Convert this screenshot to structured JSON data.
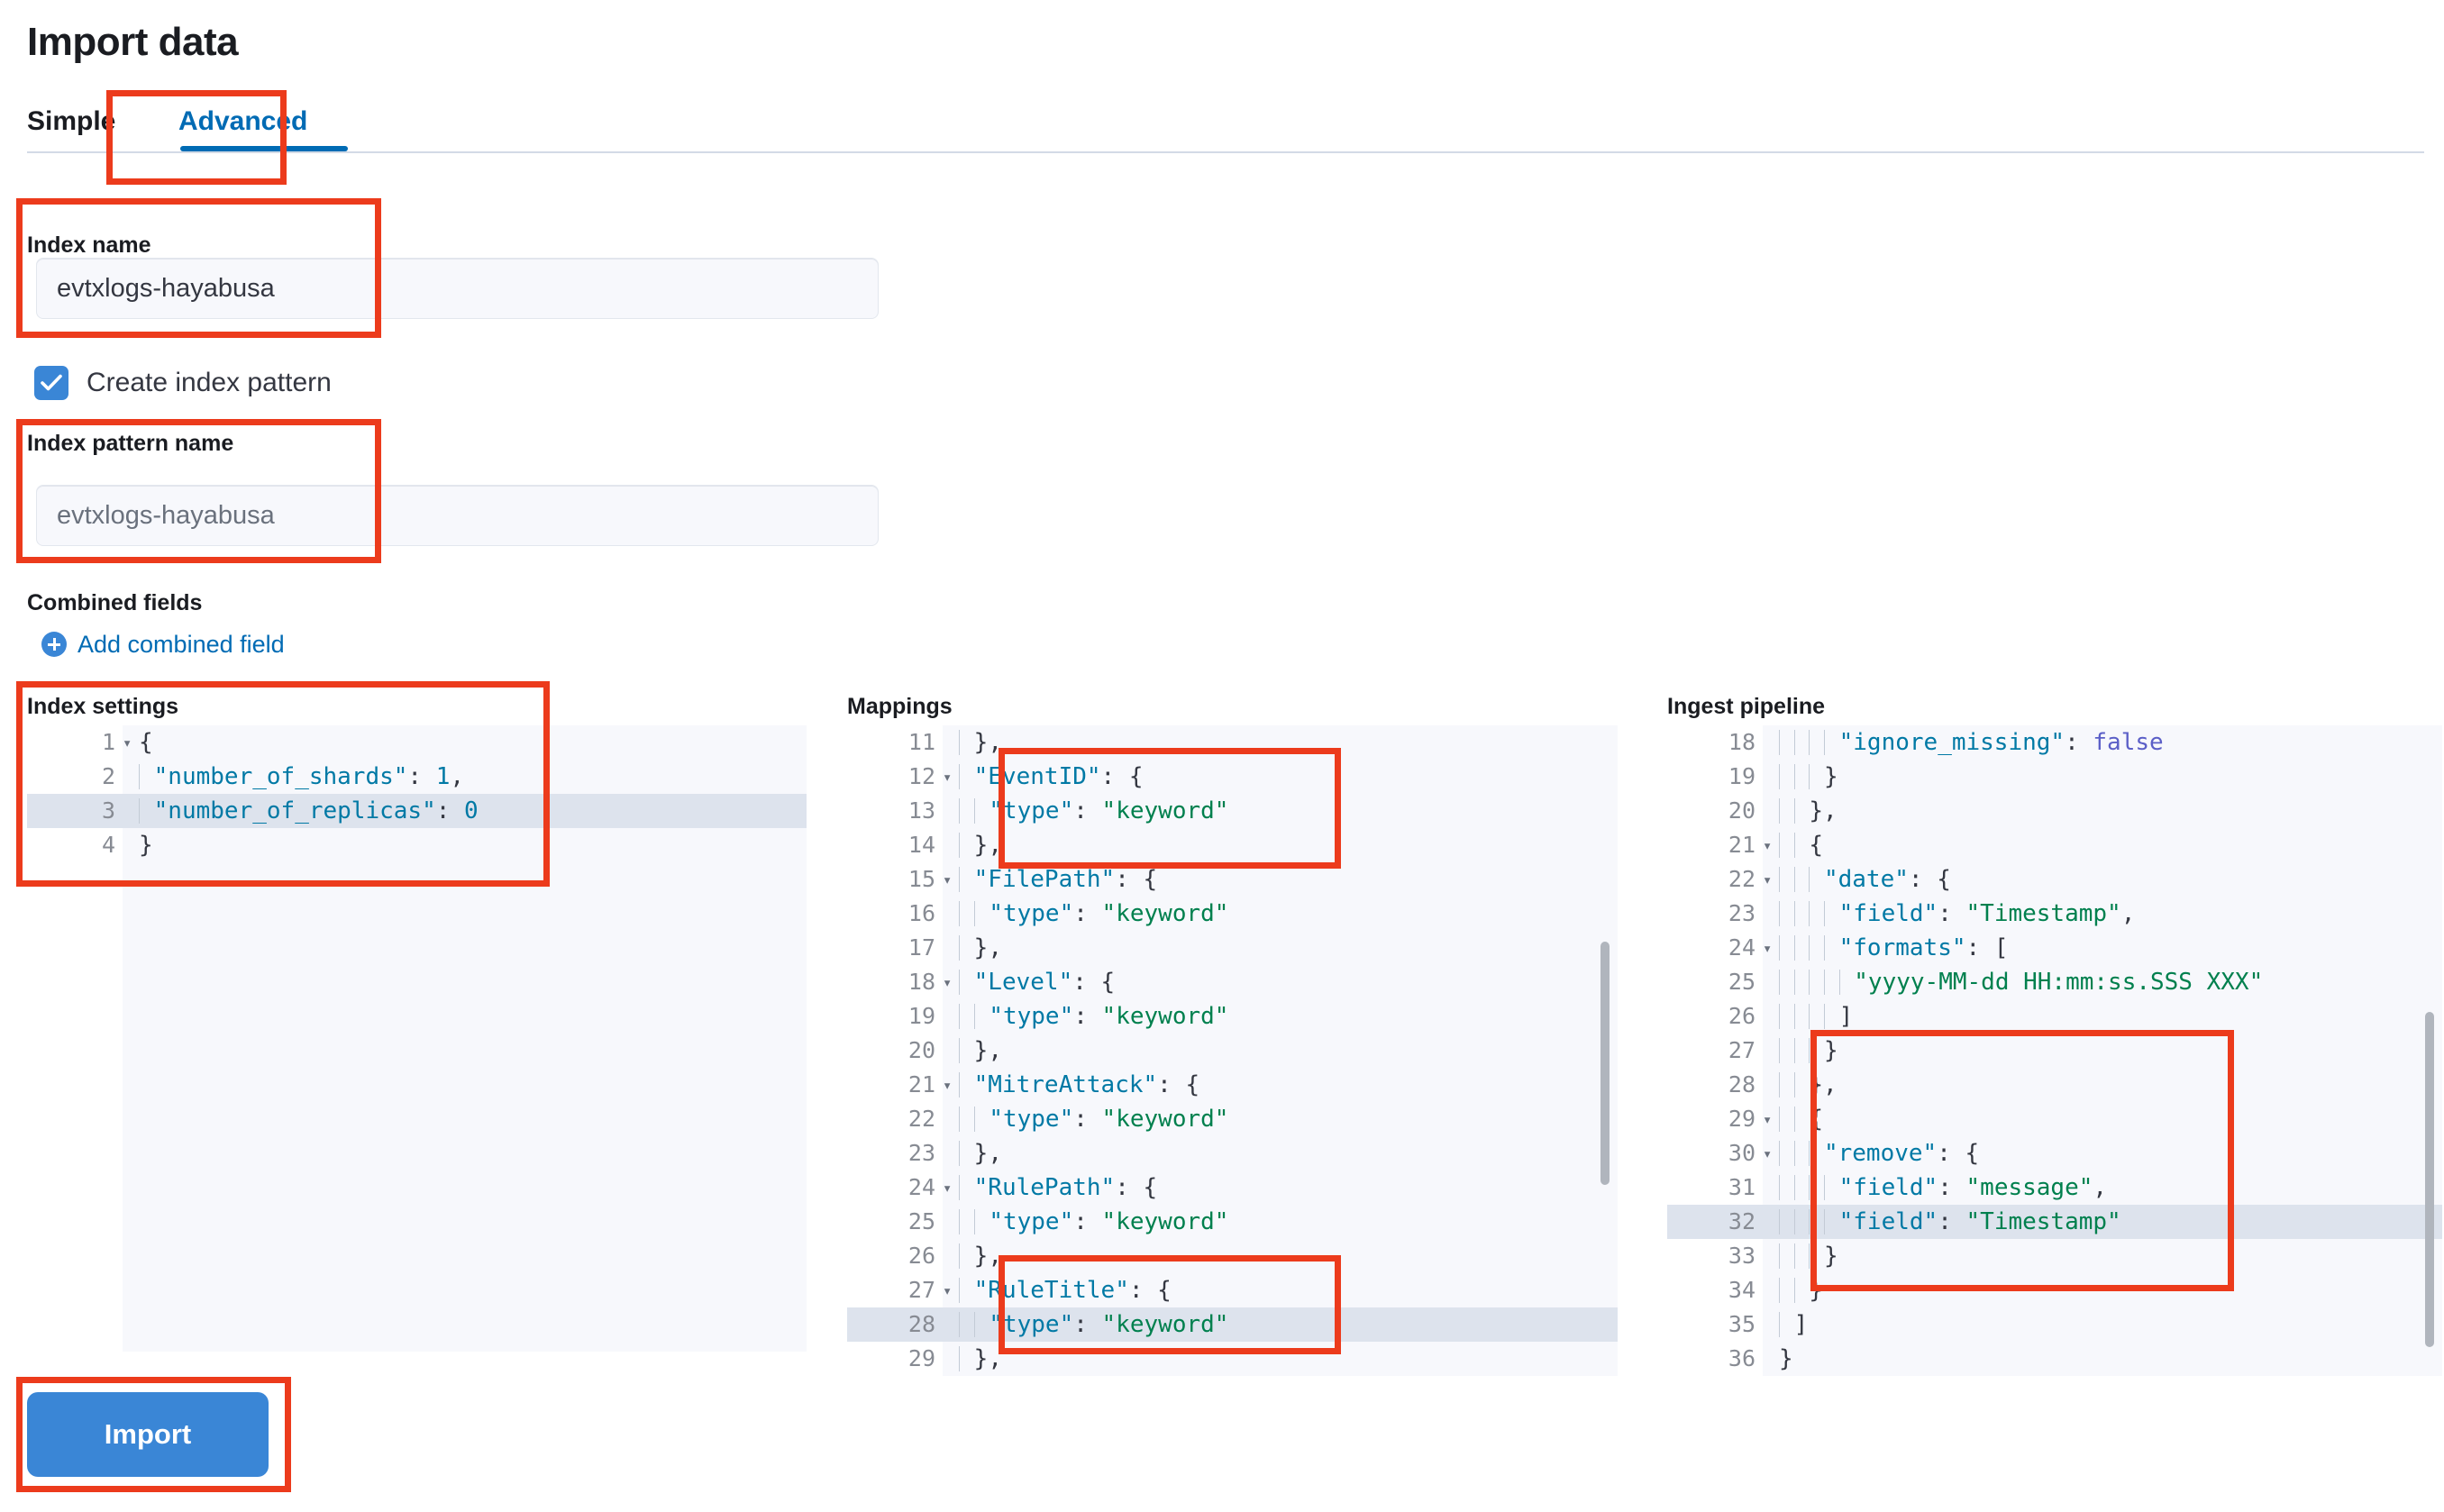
{
  "page": {
    "title": "Import data"
  },
  "tabs": [
    {
      "label": "Simple",
      "active": false
    },
    {
      "label": "Advanced",
      "active": true
    }
  ],
  "form": {
    "index_name": {
      "label": "Index name",
      "value": "evtxlogs-hayabusa"
    },
    "create_index_pattern": {
      "label": "Create index pattern",
      "checked": true
    },
    "index_pattern_name": {
      "label": "Index pattern name",
      "placeholder": "evtxlogs-hayabusa"
    },
    "combined_fields": {
      "label": "Combined fields",
      "add_label": "Add combined field"
    },
    "import_button": "Import"
  },
  "editors": {
    "index_settings": {
      "label": "Index settings",
      "first_line": 1,
      "active_line": 3,
      "lines": [
        {
          "n": 1,
          "fold": true,
          "text": "{"
        },
        {
          "n": 2,
          "fold": false,
          "text": "  \"number_of_shards\": 1,"
        },
        {
          "n": 3,
          "fold": false,
          "text": "  \"number_of_replicas\": 0"
        },
        {
          "n": 4,
          "fold": false,
          "text": "}"
        }
      ]
    },
    "mappings": {
      "label": "Mappings",
      "first_line": 11,
      "active_line": 28,
      "lines": [
        {
          "n": 11,
          "fold": false,
          "text": "  },"
        },
        {
          "n": 12,
          "fold": true,
          "text": "  \"EventID\": {"
        },
        {
          "n": 13,
          "fold": false,
          "text": "    \"type\": \"keyword\""
        },
        {
          "n": 14,
          "fold": false,
          "text": "  },"
        },
        {
          "n": 15,
          "fold": true,
          "text": "  \"FilePath\": {"
        },
        {
          "n": 16,
          "fold": false,
          "text": "    \"type\": \"keyword\""
        },
        {
          "n": 17,
          "fold": false,
          "text": "  },"
        },
        {
          "n": 18,
          "fold": true,
          "text": "  \"Level\": {"
        },
        {
          "n": 19,
          "fold": false,
          "text": "    \"type\": \"keyword\""
        },
        {
          "n": 20,
          "fold": false,
          "text": "  },"
        },
        {
          "n": 21,
          "fold": true,
          "text": "  \"MitreAttack\": {"
        },
        {
          "n": 22,
          "fold": false,
          "text": "    \"type\": \"keyword\""
        },
        {
          "n": 23,
          "fold": false,
          "text": "  },"
        },
        {
          "n": 24,
          "fold": true,
          "text": "  \"RulePath\": {"
        },
        {
          "n": 25,
          "fold": false,
          "text": "    \"type\": \"keyword\""
        },
        {
          "n": 26,
          "fold": false,
          "text": "  },"
        },
        {
          "n": 27,
          "fold": true,
          "text": "  \"RuleTitle\": {"
        },
        {
          "n": 28,
          "fold": false,
          "text": "    \"type\": \"keyword\""
        },
        {
          "n": 29,
          "fold": false,
          "text": "  },"
        }
      ]
    },
    "ingest_pipeline": {
      "label": "Ingest pipeline",
      "first_line": 18,
      "active_line": 32,
      "lines": [
        {
          "n": 18,
          "fold": false,
          "text": "        \"ignore_missing\": false"
        },
        {
          "n": 19,
          "fold": false,
          "text": "      }"
        },
        {
          "n": 20,
          "fold": false,
          "text": "    },"
        },
        {
          "n": 21,
          "fold": true,
          "text": "    {"
        },
        {
          "n": 22,
          "fold": true,
          "text": "      \"date\": {"
        },
        {
          "n": 23,
          "fold": false,
          "text": "        \"field\": \"Timestamp\","
        },
        {
          "n": 24,
          "fold": true,
          "text": "        \"formats\": ["
        },
        {
          "n": 25,
          "fold": false,
          "text": "          \"yyyy-MM-dd HH:mm:ss.SSS XXX\""
        },
        {
          "n": 26,
          "fold": false,
          "text": "        ]"
        },
        {
          "n": 27,
          "fold": false,
          "text": "      }"
        },
        {
          "n": 28,
          "fold": false,
          "text": "    },"
        },
        {
          "n": 29,
          "fold": true,
          "text": "    {"
        },
        {
          "n": 30,
          "fold": true,
          "text": "      \"remove\": {"
        },
        {
          "n": 31,
          "fold": false,
          "text": "        \"field\": \"message\","
        },
        {
          "n": 32,
          "fold": false,
          "text": "        \"field\": \"Timestamp\""
        },
        {
          "n": 33,
          "fold": false,
          "text": "      }"
        },
        {
          "n": 34,
          "fold": false,
          "text": "    }"
        },
        {
          "n": 35,
          "fold": false,
          "text": "  ]"
        },
        {
          "n": 36,
          "fold": false,
          "text": "}"
        }
      ]
    }
  },
  "colors": {
    "accent": "#3a86d6",
    "link": "#006bb4",
    "annotation": "#ec3b1c",
    "editor_bg": "#f7f8fc",
    "key": "#0079a5",
    "string": "#00804e",
    "bool": "#5b5fc7"
  }
}
